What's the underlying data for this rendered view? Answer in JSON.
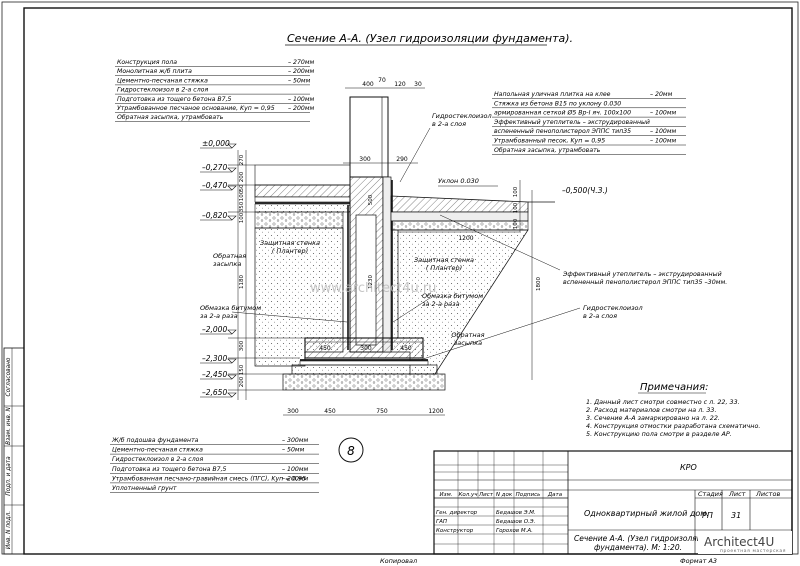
{
  "title": "Сечение А-А. (Узел гидроизоляции фундамента).",
  "left_layers": [
    {
      "name": "Конструкция пола",
      "value": "– 270мм"
    },
    {
      "name": "Монолитная ж/б плита",
      "value": "– 200мм"
    },
    {
      "name": "Цементно-песчаная стяжка",
      "value": "– 50мм"
    },
    {
      "name": "Гидростеклоизол в 2-а слоя",
      "value": ""
    },
    {
      "name": "Подготовка из тощего бетона В7,5",
      "value": "– 100мм"
    },
    {
      "name": "Утрамбованное песчаное основание, Kуп = 0,95",
      "value": "– 200мм"
    },
    {
      "name": "Обратная засыпка, утрамбовать",
      "value": ""
    }
  ],
  "right_layers": [
    {
      "name": "Напольная уличная плитка на клее",
      "value": "– 20мм"
    },
    {
      "name": "Стяжка из бетона В15 по уклону 0.030",
      "value": ""
    },
    {
      "name": "армированная сеткой Ø5 Вр-I яч. 100х100",
      "value": "– 100мм"
    },
    {
      "name": "Эффективный утеплитель – экструдированный",
      "value": ""
    },
    {
      "name": "вспененный пенополистерол ЭППС тип35",
      "value": "– 100мм"
    },
    {
      "name": "Утрамбованный песок, Kуп = 0,95",
      "value": "– 100мм"
    },
    {
      "name": "Обратная засыпка, утрамбовать",
      "value": ""
    }
  ],
  "bottom_layers": [
    {
      "name": "Ж/б подошва фундамента",
      "value": "– 300мм"
    },
    {
      "name": "Цементно-песчаная стяжка",
      "value": "– 50мм"
    },
    {
      "name": "Гидростеклоизол в 2-а слоя",
      "value": ""
    },
    {
      "name": "Подготовка из тощего бетона В7,5",
      "value": "– 100мм"
    },
    {
      "name": "Утрамбованная песчано-гравийная смесь (ПГС), Kуп = 0,95",
      "value": "– 200мм"
    },
    {
      "name": "Уплотненный грунт",
      "value": ""
    }
  ],
  "levels": [
    "±0,000",
    "–0,270",
    "–0,470",
    "–0,820",
    "–2,000",
    "–2,300",
    "–2,450",
    "–2,650"
  ],
  "level_right": "–0,500(Ч.З.)",
  "dims": {
    "top": [
      "70",
      "400",
      "120",
      "30"
    ],
    "mid": [
      "300",
      "290"
    ],
    "bottom1": [
      "450",
      "300",
      "450"
    ],
    "bottom2": [
      "300",
      "450",
      "750",
      "1200"
    ],
    "right_1200": "1200",
    "vertical_left": [
      "270",
      "200",
      "50",
      "100",
      "350",
      "100",
      "1180",
      "300",
      "150",
      "200"
    ],
    "vertical_inner": [
      "500",
      "1230"
    ],
    "vertical_right": [
      "100",
      "100",
      "100",
      "1800"
    ]
  },
  "labels": {
    "hydro_top": "Гидростеклоизол\nв 2-а слоя",
    "slope": "Уклон 0.030",
    "backfill_left": "Обратная\nзасыпка",
    "protect_left": "Защитная стенка\n( Плантер)",
    "protect_right": "Защитная стенка\n( Плантер)",
    "bitumen_left": "Обмазка битумом\nза 2-а раза",
    "bitumen_right": "Обмазка битумом\nза 2-а раза",
    "insulation": "Эффективный утеплитель – экструдированный\nвспененный пенополистерол ЭППС тип35 –30мм.",
    "hydro_right": "Гидростеклоизол\nв 2-а слоя",
    "backfill_right": "Обратная\nзасыпка",
    "watermark": "www.architect4u.ru",
    "section_no": "8"
  },
  "notes": {
    "heading": "Примечания:",
    "items": [
      "1. Данный лист смотри совместно с л. 22, 33.",
      "2. Расход материалов смотри на л. 33.",
      "3. Сечение А-А замаркировано на л. 22.",
      "4. Конструкция отмостки разработана схематично.",
      "5. Конструкцию пола смотри в разделе АР."
    ]
  },
  "side_stamp": [
    "Согласовано",
    "Взам. инв. N",
    "Подп. и дата",
    "Инв. N подл."
  ],
  "title_block": {
    "code": "КРО",
    "header": [
      "Изм.",
      "Кол.уч",
      "Лист",
      "N док",
      "Подпись",
      "Дата"
    ],
    "people": [
      {
        "role": "Ген. директор",
        "name": "Бедашов Э.М."
      },
      {
        "role": "ГАП",
        "name": "Бедашов О.Э."
      },
      {
        "role": "Конструктор",
        "name": "Горохов М.А."
      }
    ],
    "project": "Одноквартирный жилой дом.",
    "sheet_title": "Сечение А-А. (Узел гидроизоляции фундамента). М: 1:20.",
    "stage_label": "Стадия",
    "sheet_label": "Лист",
    "sheets_label": "Листов",
    "stage": "РП",
    "sheet": "31",
    "sheets": ""
  },
  "footer": {
    "copied": "Копировал",
    "format": "Формат А3"
  },
  "logo": {
    "name": "Architect4U",
    "tagline": "проектная мастерская"
  }
}
